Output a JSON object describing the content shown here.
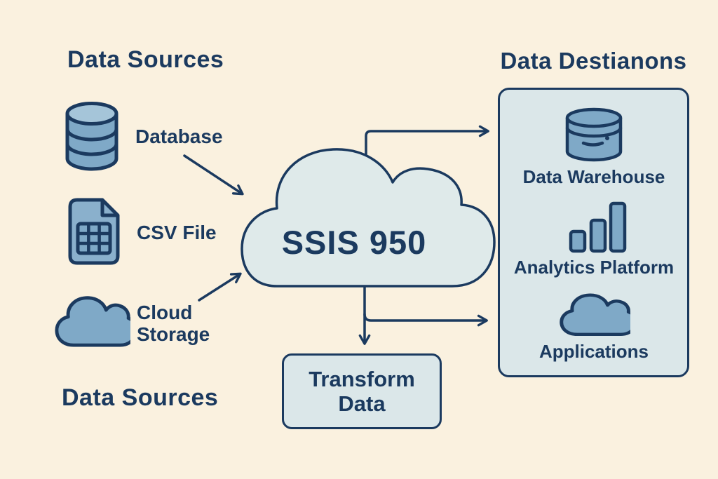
{
  "colors": {
    "background": "#FAF1DF",
    "navy": "#1B3A5F",
    "light_fill": "#DBE7E9",
    "icon_fill": "#7FA9C7",
    "icon_fill_light": "#A5C5D9"
  },
  "headings": {
    "sources_top": "Data Sources",
    "destinations": "Data Destianons",
    "sources_bottom": "Data Sources"
  },
  "sources": [
    {
      "label": "Database",
      "icon": "database-icon"
    },
    {
      "label": "CSV File",
      "icon": "csv-file-icon"
    },
    {
      "label": "Cloud Storage",
      "icon": "cloud-storage-icon"
    }
  ],
  "etl": {
    "label": "SSIS 950",
    "shape": "cloud"
  },
  "transform": {
    "label": "Transform Data"
  },
  "destinations": [
    {
      "label": "Data Warehouse",
      "icon": "data-warehouse-icon"
    },
    {
      "label": "Analytics Platform",
      "icon": "bar-chart-icon"
    },
    {
      "label": "Applications",
      "icon": "cloud-icon"
    }
  ]
}
